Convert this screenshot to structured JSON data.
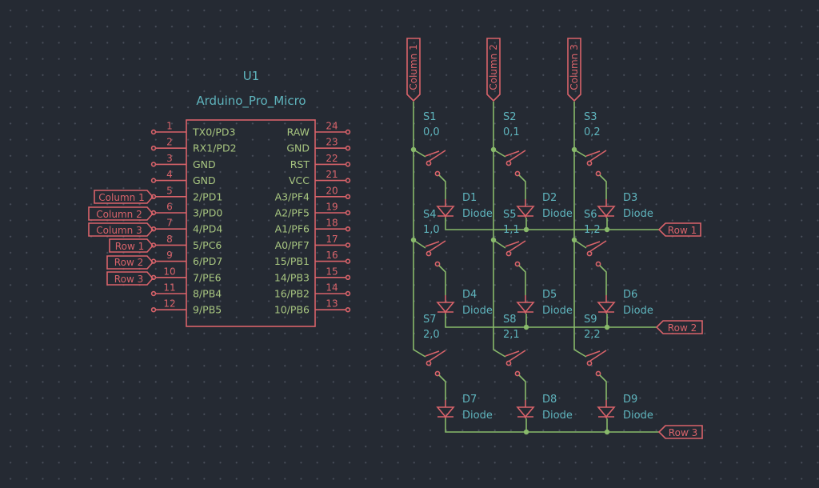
{
  "component": {
    "ref": "U1",
    "value": "Arduino_Pro_Micro",
    "left_pins": [
      {
        "num": "1",
        "name": "TX0/PD3"
      },
      {
        "num": "2",
        "name": "RX1/PD2"
      },
      {
        "num": "3",
        "name": "GND"
      },
      {
        "num": "4",
        "name": "GND"
      },
      {
        "num": "5",
        "name": "2/PD1"
      },
      {
        "num": "6",
        "name": "3/PD0"
      },
      {
        "num": "7",
        "name": "4/PD4"
      },
      {
        "num": "8",
        "name": "5/PC6"
      },
      {
        "num": "9",
        "name": "6/PD7"
      },
      {
        "num": "10",
        "name": "7/PE6"
      },
      {
        "num": "11",
        "name": "8/PB4"
      },
      {
        "num": "12",
        "name": "9/PB5"
      }
    ],
    "right_pins": [
      {
        "num": "24",
        "name": "RAW"
      },
      {
        "num": "23",
        "name": "GND"
      },
      {
        "num": "22",
        "name": "RST"
      },
      {
        "num": "21",
        "name": "VCC"
      },
      {
        "num": "20",
        "name": "A3/PF4"
      },
      {
        "num": "19",
        "name": "A2/PF5"
      },
      {
        "num": "18",
        "name": "A1/PF6"
      },
      {
        "num": "17",
        "name": "A0/PF7"
      },
      {
        "num": "16",
        "name": "15/PB1"
      },
      {
        "num": "15",
        "name": "14/PB3"
      },
      {
        "num": "14",
        "name": "16/PB2"
      },
      {
        "num": "13",
        "name": "10/PB6"
      }
    ],
    "net_labels": [
      "Column 1",
      "Column 2",
      "Column 3",
      "Row 1",
      "Row 2",
      "Row 3"
    ]
  },
  "matrix": {
    "columns": [
      "Column 1",
      "Column 2",
      "Column 3"
    ],
    "rows": [
      "Row 1",
      "Row 2",
      "Row 3"
    ],
    "switches": [
      [
        {
          "ref": "S1",
          "val": "0,0"
        },
        {
          "ref": "S2",
          "val": "0,1"
        },
        {
          "ref": "S3",
          "val": "0,2"
        }
      ],
      [
        {
          "ref": "S4",
          "val": "1,0"
        },
        {
          "ref": "S5",
          "val": "1,1"
        },
        {
          "ref": "S6",
          "val": "1,2"
        }
      ],
      [
        {
          "ref": "S7",
          "val": "2,0"
        },
        {
          "ref": "S8",
          "val": "2,1"
        },
        {
          "ref": "S9",
          "val": "2,2"
        }
      ]
    ],
    "diodes": [
      [
        {
          "ref": "D1",
          "val": "Diode"
        },
        {
          "ref": "D2",
          "val": "Diode"
        },
        {
          "ref": "D3",
          "val": "Diode"
        }
      ],
      [
        {
          "ref": "D4",
          "val": "Diode"
        },
        {
          "ref": "D5",
          "val": "Diode"
        },
        {
          "ref": "D6",
          "val": "Diode"
        }
      ],
      [
        {
          "ref": "D7",
          "val": "Diode"
        },
        {
          "ref": "D8",
          "val": "Diode"
        },
        {
          "ref": "D9",
          "val": "Diode"
        }
      ]
    ]
  },
  "colors": {
    "background": "#252a33",
    "wire": "#88b96a",
    "symbol": "#d9636a",
    "designator": "#5fb5be",
    "pin_name": "#a8c680"
  }
}
